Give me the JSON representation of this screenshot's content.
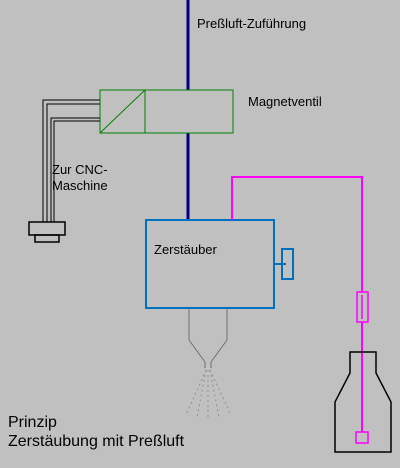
{
  "labels": {
    "air_supply": "Preßluft-Zuführung",
    "solenoid_valve": "Magnetventil",
    "cnc_line1": "Zur CNC-",
    "cnc_line2": "Maschine",
    "atomizer": "Zerstäuber"
  },
  "caption": {
    "line1": "Prinzip",
    "line2": "Zerstäubung mit Preßluft"
  },
  "colors": {
    "background": "#c0c0c0",
    "air_line": "#00007f",
    "valve": "#008000",
    "atomizer": "#0070c0",
    "liquid_line": "#ff00ff",
    "cable": "#000000"
  }
}
